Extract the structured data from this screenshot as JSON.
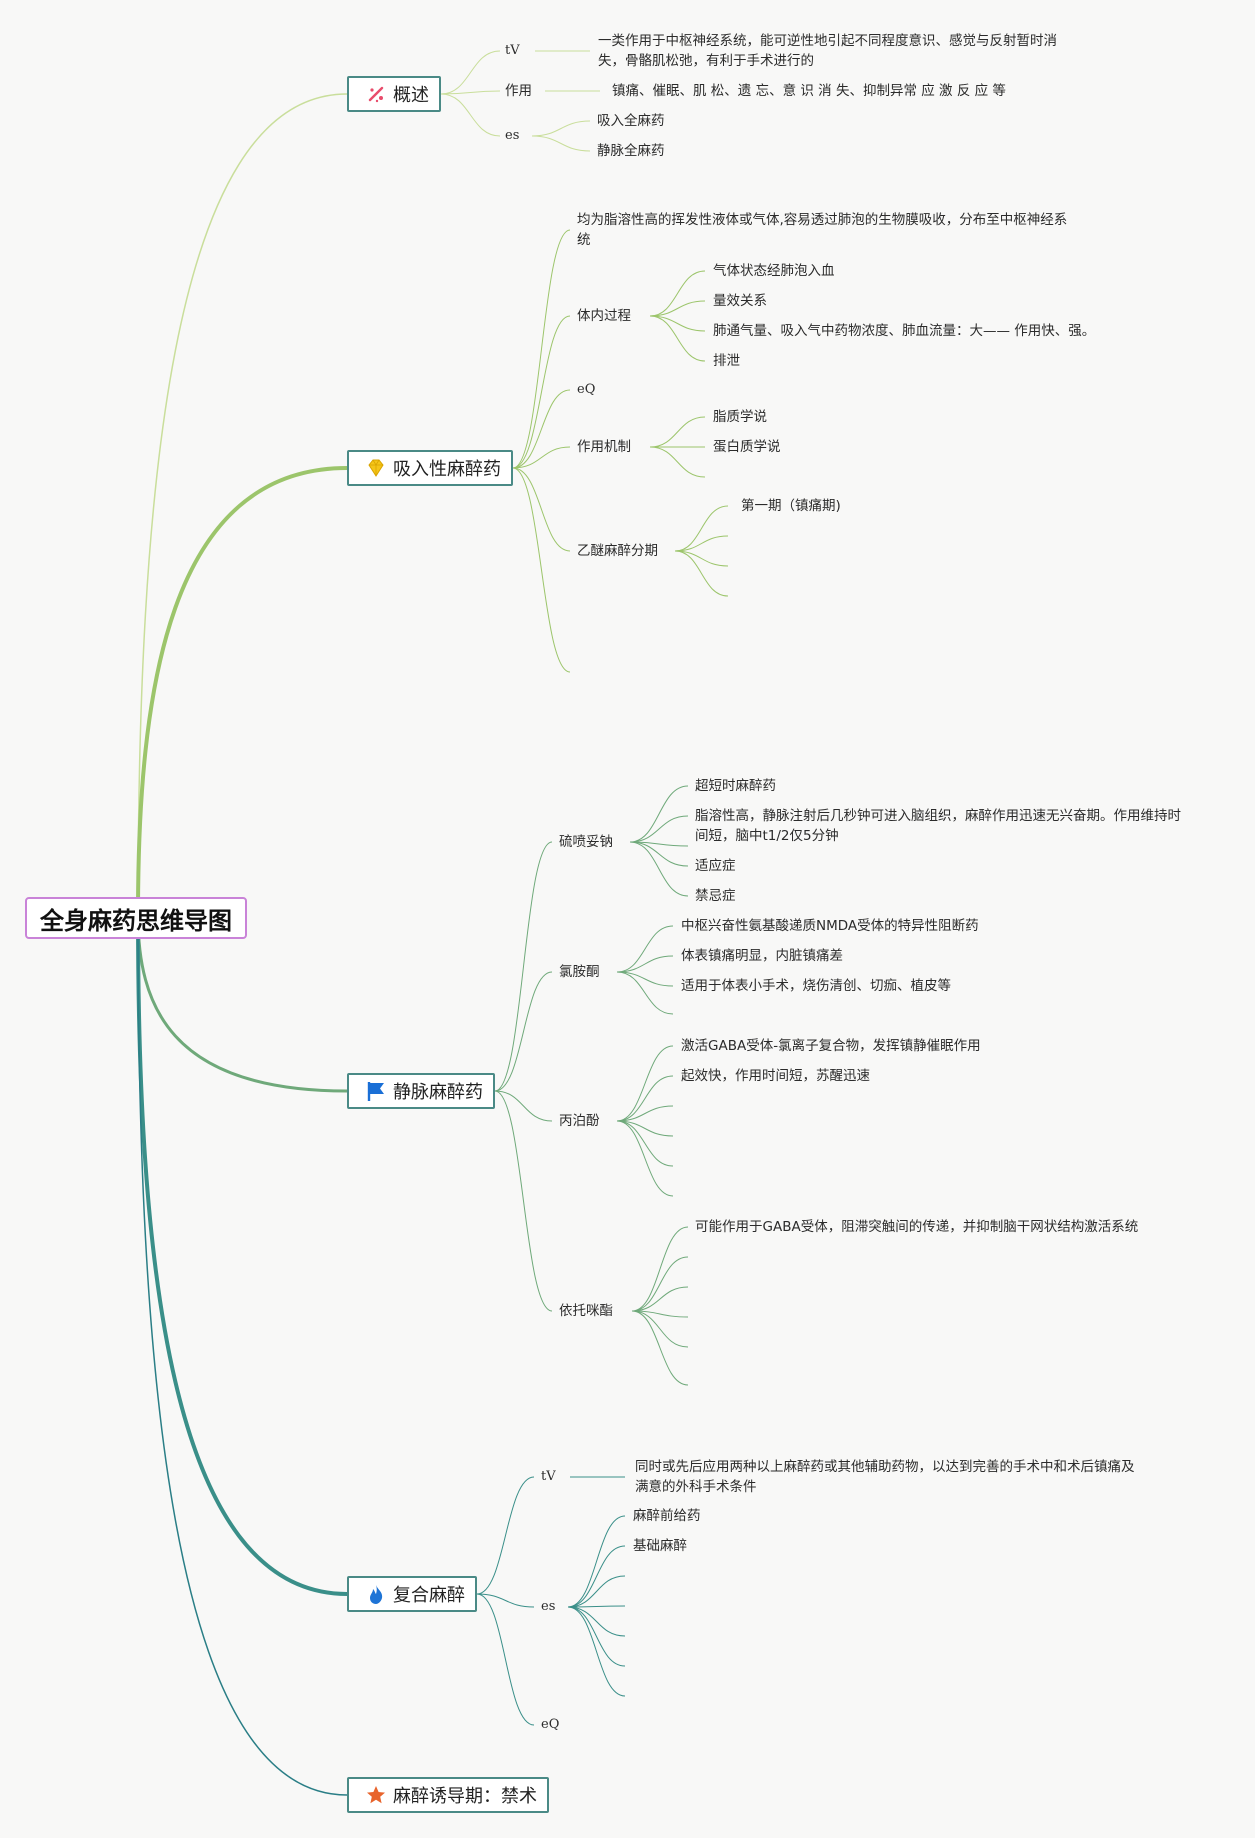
{
  "root": "全身麻药思维导图",
  "colors": {
    "root_border": "#c983d8",
    "topic_border": "#4a8a86",
    "branch_gaisu": "#c9de9b",
    "branch_xiru": "#9cc56b",
    "branch_jingmai": "#6fa97a",
    "branch_fuhe": "#3a8f89",
    "branch_youdao": "#2a7e86"
  },
  "topics": {
    "gaisu": {
      "label": "概述",
      "icon": "sparkle-icon"
    },
    "xiru": {
      "label": "吸入性麻醉药",
      "icon": "diamond-icon"
    },
    "jingmai": {
      "label": "静脉麻醉药",
      "icon": "flag-icon"
    },
    "fuhe": {
      "label": "复合麻醉",
      "icon": "flame-icon"
    },
    "youdao": {
      "label": "麻醉诱导期：禁术",
      "icon": "star-icon"
    }
  },
  "gaisu": {
    "tv_label": "tV",
    "tv_text": "一类作用于中枢神经系统，能可逆性地引起不同程度意识、感觉与反射暂时消失，骨骼肌松弛，有利于手术进行的",
    "zuoyong_label": "作用",
    "zuoyong_text": "镇痛、催眠、肌 松、遗 忘、意 识 消 失、抑制异常 应 激 反 应 等",
    "es_label": "es",
    "es_items": [
      "吸入全麻药",
      "静脉全麻药"
    ]
  },
  "xiru": {
    "desc": "均为脂溶性高的挥发性液体或气体,容易透过肺泡的生物膜吸收，分布至中枢神经系统",
    "tinei_label": "体内过程",
    "tinei_items": [
      "气体状态经肺泡入血",
      "量效关系",
      "肺通气量、吸入气中药物浓度、肺血流量：大—— 作用快、强。",
      "排泄"
    ],
    "eq_label": "eQ",
    "jizhi_label": "作用机制",
    "jizhi_items": [
      "脂质学说",
      "蛋白质学说"
    ],
    "yimi_label": "乙醚麻醉分期",
    "yimi_items": [
      "第一期（镇痛期)"
    ]
  },
  "jingmai": {
    "liupen_label": "硫喷妥钠",
    "liupen_items": [
      "超短时麻醉药",
      "脂溶性高，静脉注射后几秒钟可进入脑组织，麻醉作用迅速无兴奋期。作用维持时间短，脑中t1/2仅5分钟",
      "适应症",
      "禁忌症"
    ],
    "luan_label": "氯胺酮",
    "luan_items": [
      "中枢兴奋性氨基酸递质NMDA受体的特异性阻断药",
      "体表镇痛明显，内脏镇痛差",
      "适用于体表小手术，烧伤清创、切痂、植皮等"
    ],
    "bingbo_label": "丙泊酚",
    "bingbo_items": [
      "激活GABA受体-氯离子复合物，发挥镇静催眠作用",
      "起效快，作用时间短，苏醒迅速"
    ],
    "yituo_label": "依托咪酯",
    "yituo_items": [
      "可能作用于GABA受体，阻滞突触间的传递，并抑制脑干网状结构激活系统"
    ]
  },
  "fuhe": {
    "tv_label": "tV",
    "tv_text": "同时或先后应用两种以上麻醉药或其他辅助药物，以达到完善的手术中和术后镇痛及满意的外科手术条件",
    "es_label": "es",
    "es_items": [
      "麻醉前给药",
      "基础麻醉"
    ],
    "eq_label": "eQ"
  }
}
